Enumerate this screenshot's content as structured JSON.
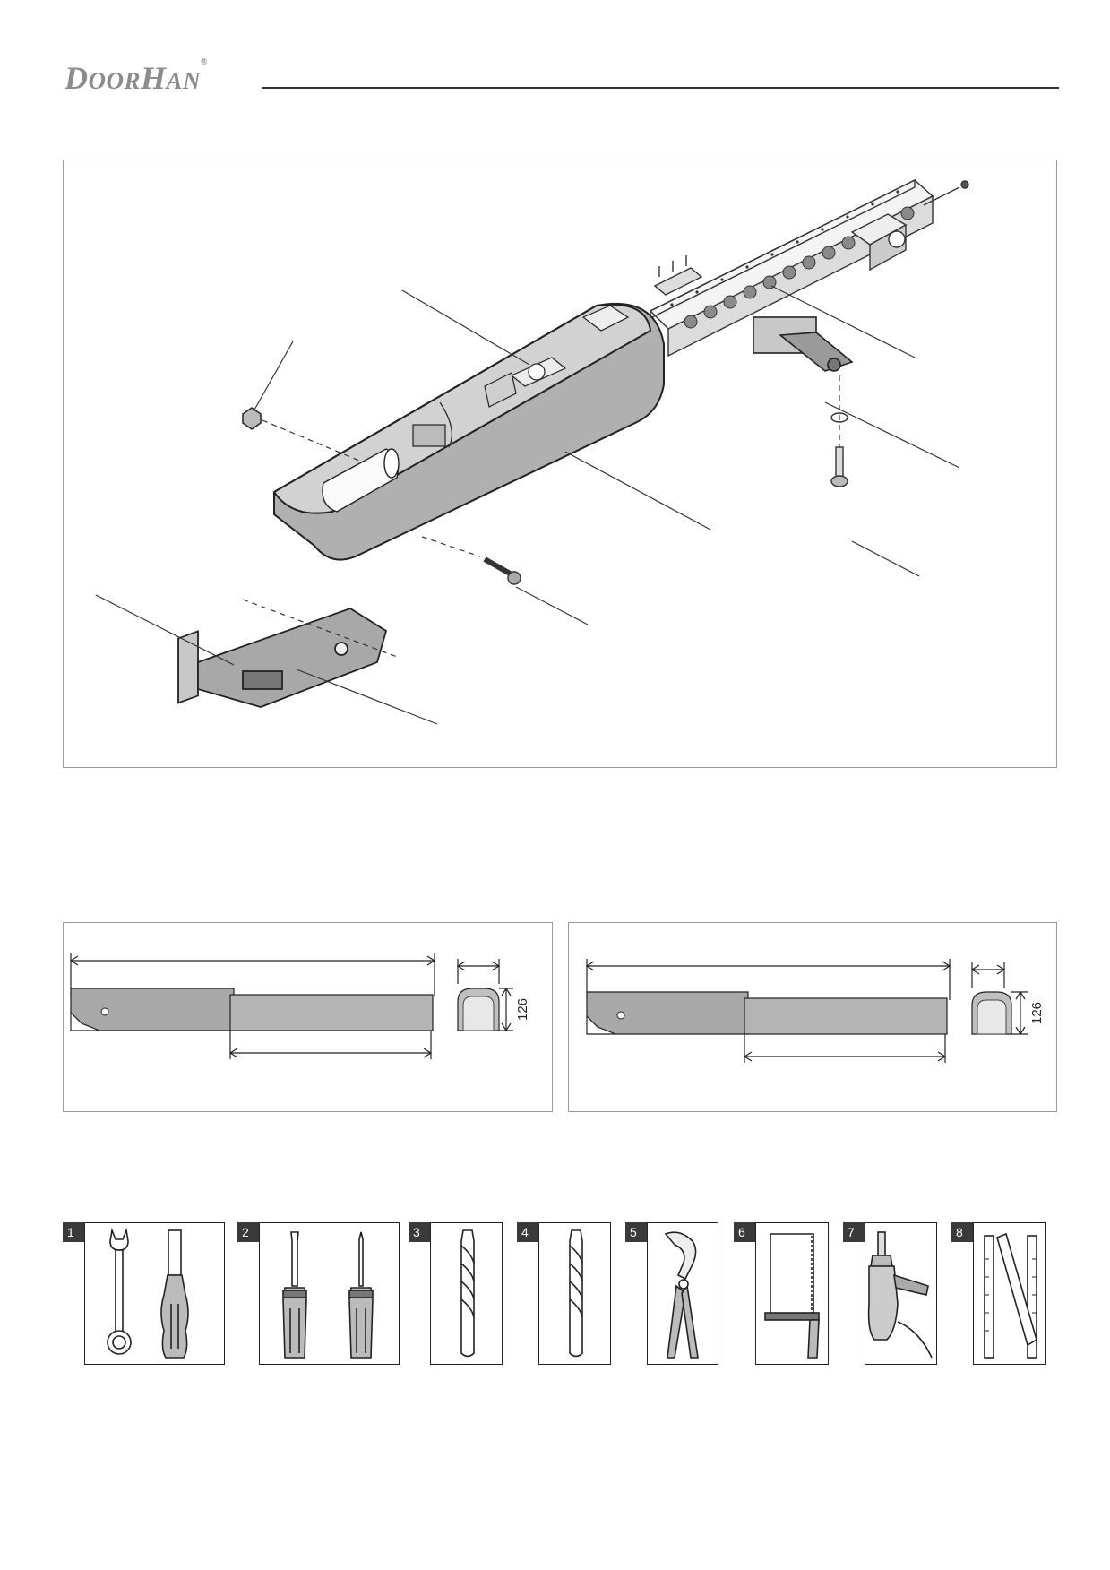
{
  "header": {
    "brand_first_big": "D",
    "brand_first_rest": "OOR",
    "brand_second_big": "H",
    "brand_second_rest": "AN",
    "registered_mark": "®"
  },
  "dimensions": {
    "left": {
      "height_label": "126"
    },
    "right": {
      "height_label": "126"
    }
  },
  "tools": [
    {
      "number": "1",
      "icon": "wrench-and-nut-driver-icon"
    },
    {
      "number": "2",
      "icon": "screwdrivers-icon"
    },
    {
      "number": "3",
      "icon": "drill-bit-icon"
    },
    {
      "number": "4",
      "icon": "drill-bit-icon"
    },
    {
      "number": "5",
      "icon": "pliers-icon"
    },
    {
      "number": "6",
      "icon": "hacksaw-icon"
    },
    {
      "number": "7",
      "icon": "power-drill-icon"
    },
    {
      "number": "8",
      "icon": "folding-rule-icon"
    }
  ]
}
